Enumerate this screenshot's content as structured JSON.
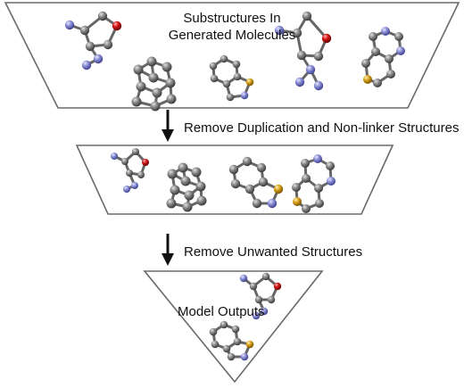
{
  "stages": [
    {
      "label": "Substructures In Generated Molecules",
      "line1": "Substructures In",
      "line2": "Generated Molecules"
    },
    {
      "label": ""
    },
    {
      "label": "Model Outputs"
    }
  ],
  "steps": [
    {
      "label": "Remove Duplication and Non-linker Structures"
    },
    {
      "label": "Remove Unwanted Structures"
    }
  ],
  "atom_colors": {
    "carbon": "#7c7c7c",
    "nitrogen": "#8b8fd6",
    "oxygen": "#d11515",
    "sulfur": "#d9a21b"
  },
  "outline_color": "#666666",
  "arrow_color": "#111111"
}
